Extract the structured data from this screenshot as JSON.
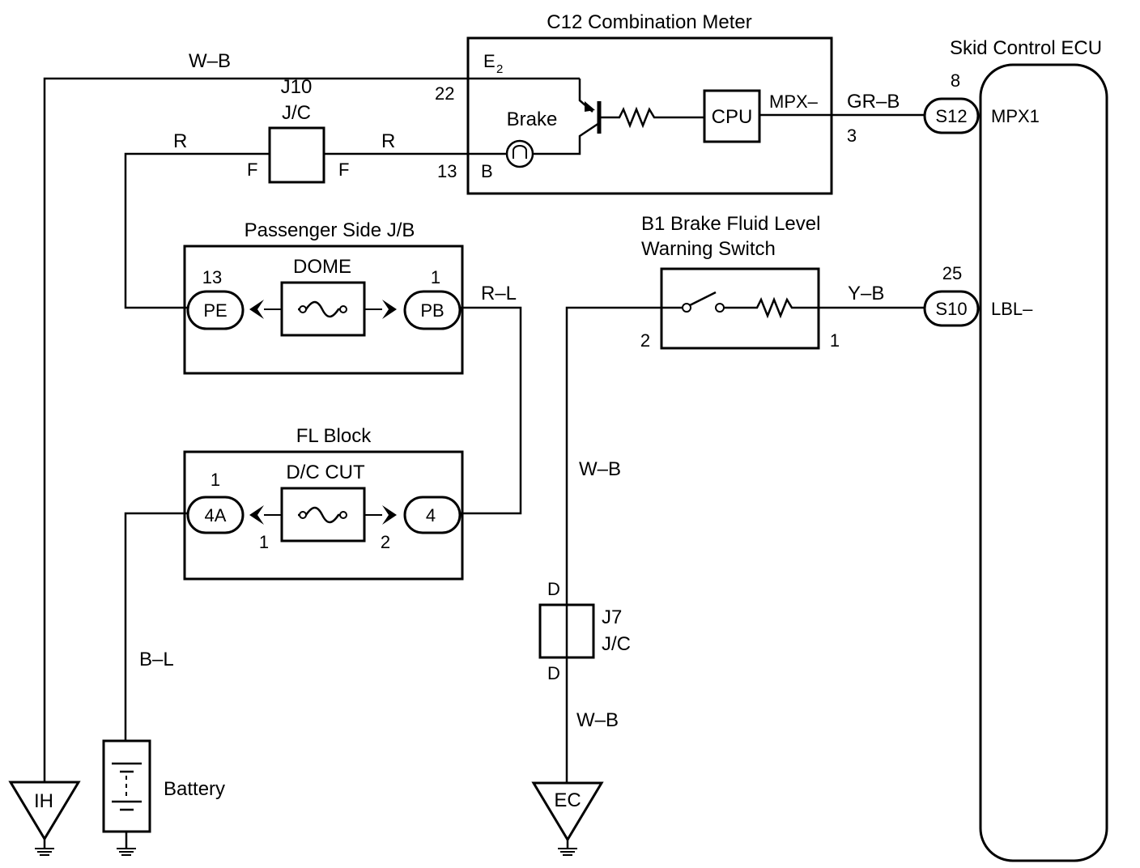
{
  "components": {
    "combination_meter": "C12 Combination Meter",
    "skid_ecu": "Skid Control ECU",
    "passenger_jb": "Passenger Side J/B",
    "fl_block": "FL Block",
    "brake_switch_line1": "B1 Brake Fluid Level",
    "brake_switch_line2": "Warning Switch",
    "j10": "J10",
    "j10_jc": "J/C",
    "j7": "J7",
    "j7_jc": "J/C",
    "battery": "Battery",
    "brake_lamp": "Brake",
    "cpu": "CPU",
    "dome_fuse": "DOME",
    "dc_cut_fuse": "D/C CUT"
  },
  "wires": {
    "w_b_top": "W–B",
    "r_left": "R",
    "r_right": "R",
    "gr_b": "GR–B",
    "r_l": "R–L",
    "y_b": "Y–B",
    "w_b_mid": "W–B",
    "w_b_low": "W–B",
    "b_l": "B–L"
  },
  "terminals": {
    "e2_base": "E",
    "e2_sub": "2",
    "pin_22": "22",
    "pin_13_meter": "13",
    "pin_b": "B",
    "mpx_meter": "MPX–",
    "pin_3": "3",
    "pin_8": "8",
    "s12": "S12",
    "mpx1": "MPX1",
    "pin_25": "25",
    "s10": "S10",
    "lbl": "LBL–",
    "j10_f_left": "F",
    "j10_f_right": "F",
    "pin_13_jb": "13",
    "pe": "PE",
    "pin_1_jb": "1",
    "pb": "PB",
    "pin_1_fl_top": "1",
    "c4a": "4A",
    "c4": "4",
    "pin_1_fl_bottom": "1",
    "pin_2_fl_bottom": "2",
    "sw_pin_2": "2",
    "sw_pin_1": "1",
    "j7_d_top": "D",
    "j7_d_bottom": "D"
  },
  "grounds": {
    "ih": "IH",
    "ec": "EC"
  }
}
